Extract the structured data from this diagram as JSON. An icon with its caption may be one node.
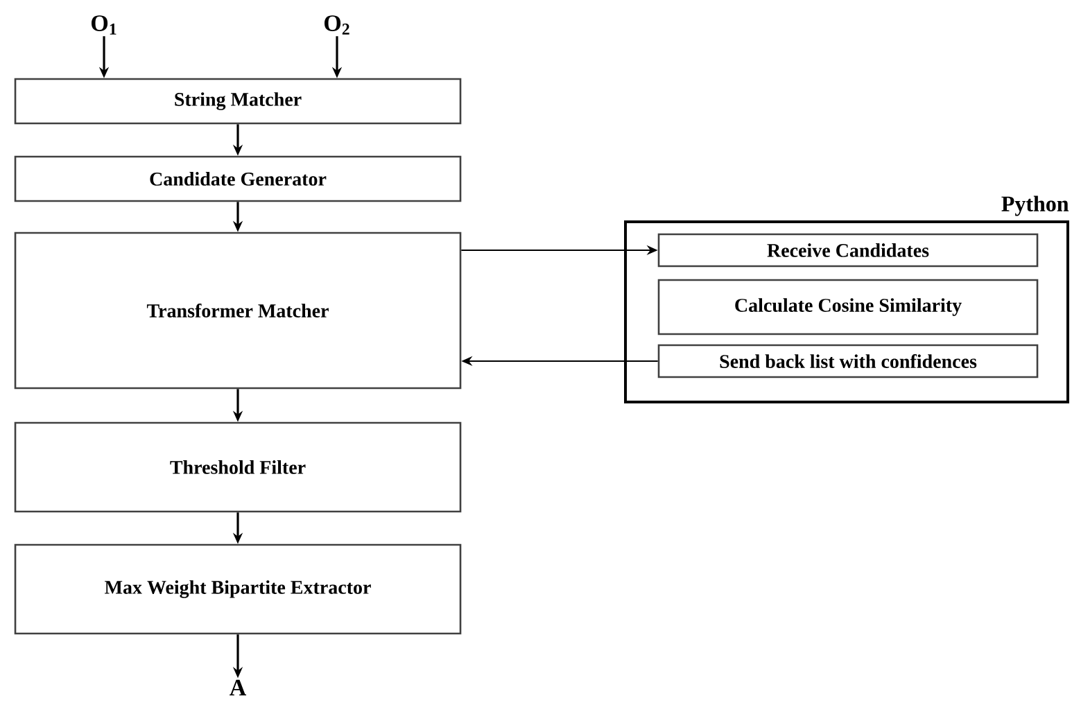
{
  "diagram": {
    "nodes": [
      {
        "text": [
          "O$_{1}$"
        ]
      },
      {
        "text": [
          "O$_{2}$"
        ]
      },
      {
        "text": [
          "String Matcher"
        ]
      },
      {
        "text": [
          "Candidate Generator"
        ]
      },
      {
        "text": [
          "Transformer Matcher"
        ]
      },
      {
        "text": [
          "Python"
        ]
      },
      {
        "text": [
          "Receive Candidates"
        ],
        "in": 5
      },
      {
        "text": [
          "Calculate Cosine Similarity"
        ],
        "in": 5
      },
      {
        "text": [
          "Send back list with confidences"
        ],
        "in": 5
      },
      {
        "text": [
          "Threshold Filter"
        ]
      },
      {
        "text": [
          "Max Weight Bipartite Extractor"
        ]
      },
      {
        "text": [
          "A"
        ]
      }
    ],
    "edges": [
      {
        "from": 0,
        "to": 2,
        "arrow": "to"
      },
      {
        "from": 1,
        "to": 2,
        "arrow": "to"
      },
      {
        "from": 2,
        "to": 3,
        "arrow": "to"
      },
      {
        "from": 3,
        "to": 4,
        "arrow": "to"
      },
      {
        "from": 4,
        "to": 6,
        "arrow": "to"
      },
      {
        "from": 8,
        "to": 4,
        "arrow": "to"
      },
      {
        "from": 4,
        "to": 9,
        "arrow": "to"
      },
      {
        "from": 9,
        "to": 10,
        "arrow": "to"
      },
      {
        "from": 10,
        "to": 11,
        "arrow": "to"
      }
    ]
  }
}
